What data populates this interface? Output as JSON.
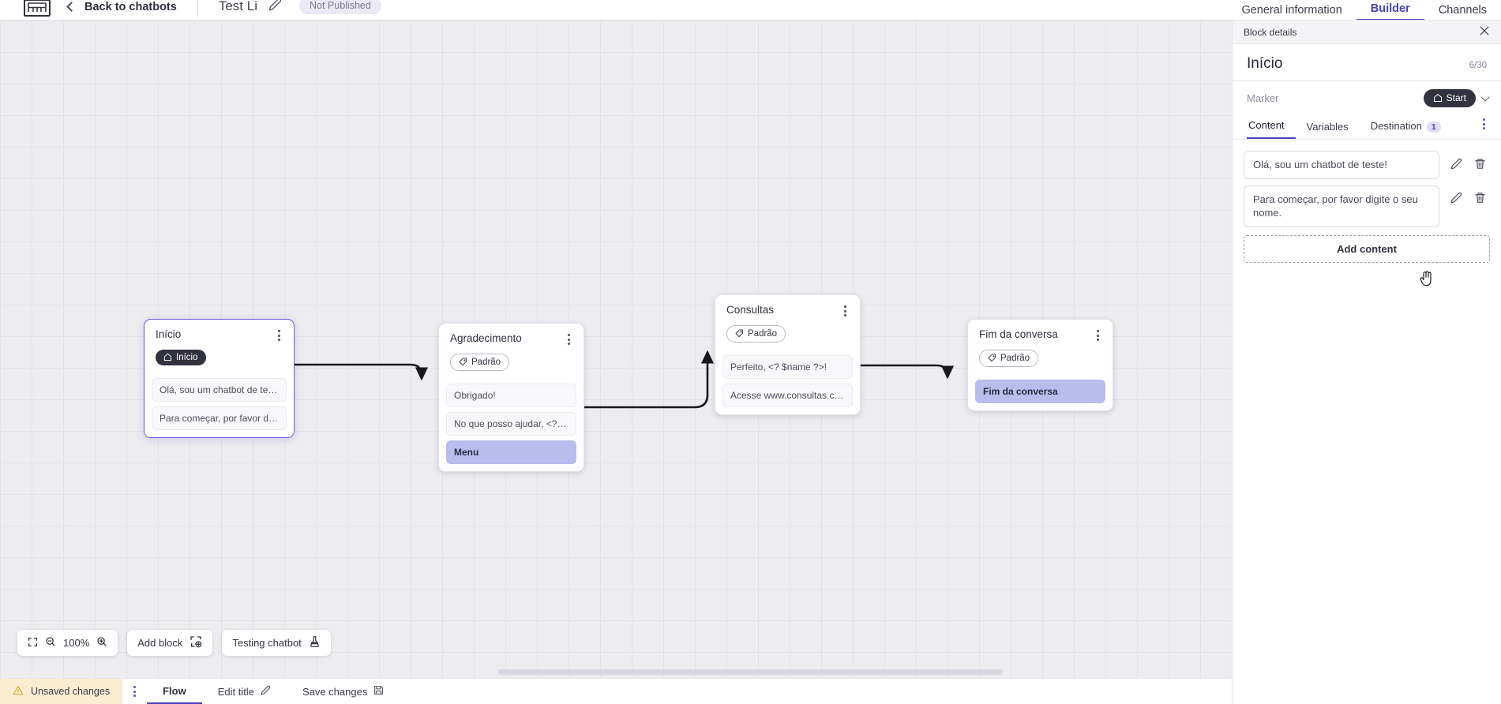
{
  "header": {
    "logo_name": "app-logo",
    "back_label": "Back to chatbots",
    "bot_name": "Test Li",
    "status_badge": "Not Published",
    "tabs": [
      {
        "label": "General information",
        "active": false
      },
      {
        "label": "Builder",
        "active": true
      },
      {
        "label": "Channels",
        "active": false
      }
    ]
  },
  "canvas": {
    "zoom_level": "100%",
    "add_block_label": "Add block",
    "testing_label": "Testing chatbot",
    "nodes": [
      {
        "id": "inicio",
        "title": "Início",
        "tag": "Início",
        "tag_style": "dark",
        "selected": true,
        "messages": [
          {
            "text": "Olá, sou um chatbot de teste!",
            "highlight": false
          },
          {
            "text": "Para começar, por favor digite o ...",
            "highlight": false
          }
        ]
      },
      {
        "id": "agradecimento",
        "title": "Agradecimento",
        "tag": "Padrão",
        "tag_style": "light",
        "selected": false,
        "messages": [
          {
            "text": "Obrigado!",
            "highlight": false
          },
          {
            "text": "No que posso ajudar, <? $name ...",
            "highlight": false
          },
          {
            "text": "Menu",
            "highlight": true
          }
        ]
      },
      {
        "id": "consultas",
        "title": "Consultas",
        "tag": "Padrão",
        "tag_style": "light",
        "selected": false,
        "messages": [
          {
            "text": "Perfeito, <? $name ?>!",
            "highlight": false
          },
          {
            "text": "Acesse www.consultas.com par...",
            "highlight": false
          }
        ]
      },
      {
        "id": "fim",
        "title": "Fim da conversa",
        "tag": "Padrão",
        "tag_style": "light",
        "selected": false,
        "messages": [
          {
            "text": "Fim da conversa",
            "highlight": true
          }
        ]
      }
    ]
  },
  "bottombar": {
    "unsaved_label": "Unsaved changes",
    "flow_label": "Flow",
    "edit_title_label": "Edit title",
    "save_label": "Save changes"
  },
  "panel": {
    "header_label": "Block details",
    "title": "Início",
    "counter": "6/30",
    "marker_label": "Marker",
    "marker_value": "Start",
    "tabs": [
      {
        "label": "Content",
        "active": true,
        "count": ""
      },
      {
        "label": "Variables",
        "active": false,
        "count": ""
      },
      {
        "label": "Destination",
        "active": false,
        "count": "1"
      }
    ],
    "contents": [
      {
        "text": "Olá, sou um chatbot de teste!"
      },
      {
        "text": "Para começar, por favor digite o seu nome."
      }
    ],
    "add_content_label": "Add content"
  },
  "colors": {
    "accent": "#4a3fbd",
    "highlight": "#b9bcec",
    "warning_bg": "#fcecd2",
    "canvas_bg": "#edecef"
  }
}
